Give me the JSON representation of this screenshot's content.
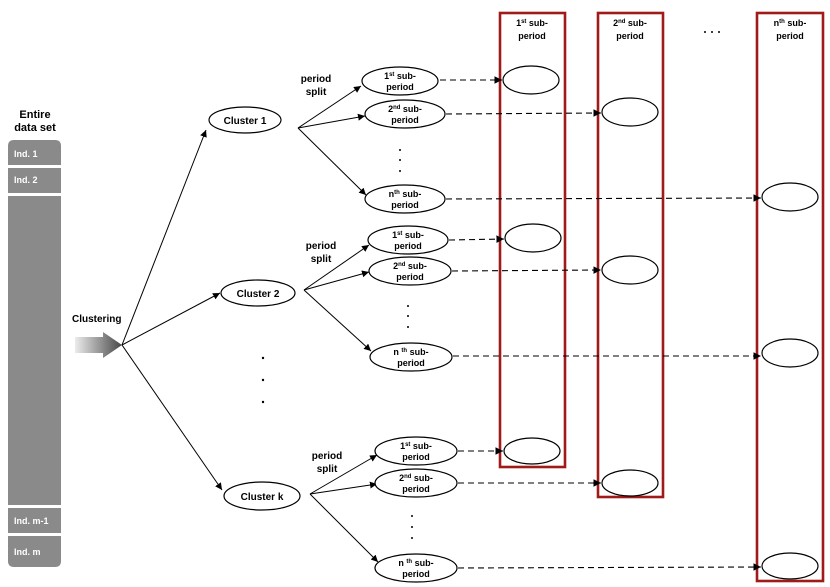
{
  "dataset": {
    "title": [
      "Entire",
      "data set"
    ],
    "rows": [
      "Ind. 1",
      "Ind. 2",
      "Ind. m-1",
      "Ind. m"
    ]
  },
  "clustering_label": "Clustering",
  "clusters": [
    {
      "label": "Cluster 1",
      "split_label": [
        "period",
        "split"
      ],
      "subperiods": [
        {
          "base": "1",
          "sup": "st",
          "rest": " sub-",
          "line2": "period"
        },
        {
          "base": "2",
          "sup": "nd",
          "rest": " sub-",
          "line2": "period"
        },
        {
          "base": "n",
          "sup": "th",
          "rest": " sub-",
          "line2": "period"
        }
      ]
    },
    {
      "label": "Cluster 2",
      "split_label": [
        "period",
        "split"
      ],
      "subperiods": [
        {
          "base": "1",
          "sup": "st",
          "rest": " sub-",
          "line2": "period"
        },
        {
          "base": "2",
          "sup": "nd",
          "rest": " sub-",
          "line2": "period"
        },
        {
          "base": "n ",
          "sup": "th",
          "rest": " sub-",
          "line2": "period"
        }
      ]
    },
    {
      "label": "Cluster k",
      "split_label": [
        "period",
        "split"
      ],
      "subperiods": [
        {
          "base": "1",
          "sup": "st",
          "rest": " sub-",
          "line2": "period"
        },
        {
          "base": "2",
          "sup": "nd",
          "rest": " sub-",
          "line2": "period"
        },
        {
          "base": "n ",
          "sup": "th",
          "rest": " sub-",
          "line2": "period"
        }
      ]
    }
  ],
  "columns": [
    {
      "base": "1",
      "sup": "st",
      "rest": " sub-",
      "line2": "period"
    },
    {
      "base": "2",
      "sup": "nd",
      "rest": " sub-",
      "line2": "period"
    },
    {
      "base": "n",
      "sup": "th",
      "rest": " sub-",
      "line2": "period"
    }
  ],
  "colors": {
    "column_border": "#a11a1a",
    "dataset_fill": "#8a8a8a"
  }
}
